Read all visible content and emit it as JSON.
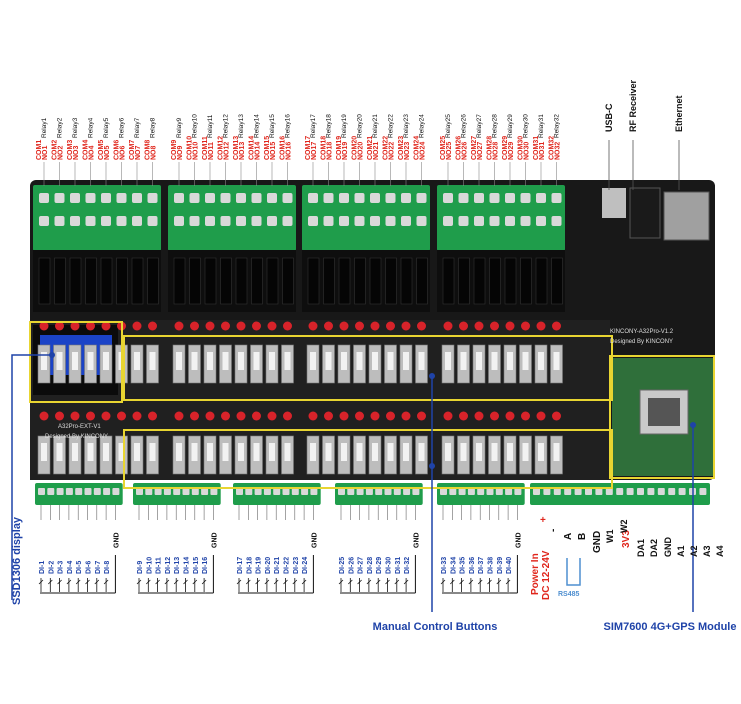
{
  "relay_labels": [
    "Relay1",
    "Relay2",
    "Relay3",
    "Relay4",
    "Relay5",
    "Relay6",
    "Relay7",
    "Relay8",
    "Relay9",
    "Relay10",
    "Relay11",
    "Relay12",
    "Relay13",
    "Relay14",
    "Relay15",
    "Relay16",
    "Relay17",
    "Relay18",
    "Relay19",
    "Relay20",
    "Relay21",
    "Relay22",
    "Relay23",
    "Relay24",
    "Relay25",
    "Relay26",
    "Relay27",
    "Relay28",
    "Relay29",
    "Relay30",
    "Relay31",
    "Relay32"
  ],
  "com_labels": [
    "COM1",
    "COM2",
    "COM3",
    "COM4",
    "COM5",
    "COM6",
    "COM7",
    "COM8",
    "COM9",
    "COM10",
    "COM11",
    "COM12",
    "COM13",
    "COM14",
    "COM15",
    "COM16",
    "COM17",
    "COM18",
    "COM19",
    "COM20",
    "COM21",
    "COM22",
    "COM23",
    "COM24",
    "COM25",
    "COM26",
    "COM27",
    "COM28",
    "COM29",
    "COM30",
    "COM31",
    "COM32"
  ],
  "no_labels": [
    "NO1",
    "NO2",
    "NO3",
    "NO4",
    "NO5",
    "NO6",
    "NO7",
    "NO8",
    "NO9",
    "NO10",
    "NO11",
    "NO12",
    "NO13",
    "NO14",
    "NO15",
    "NO16",
    "NO17",
    "NO18",
    "NO19",
    "NO20",
    "NO21",
    "NO22",
    "NO23",
    "NO24",
    "NO25",
    "NO26",
    "NO27",
    "NO28",
    "NO29",
    "NO30",
    "NO31",
    "NO32"
  ],
  "top_ports": [
    "USB-C",
    "RF Receiver",
    "Ethernet"
  ],
  "di_groups": [
    [
      "DI-1",
      "DI-2",
      "DI-3",
      "DI-4",
      "DI-5",
      "DI-6",
      "DI-7",
      "DI-8"
    ],
    [
      "DI-9",
      "DI-10",
      "DI-11",
      "DI-12",
      "DI-13",
      "DI-14",
      "DI-15",
      "DI-16"
    ],
    [
      "DI-17",
      "DI-18",
      "DI-19",
      "DI-20",
      "DI-21",
      "DI-22",
      "DI-23",
      "DI-24"
    ],
    [
      "DI-25",
      "DI-26",
      "DI-27",
      "DI-28",
      "DI-29",
      "DI-30",
      "DI-31",
      "DI-32"
    ],
    [
      "DI-33",
      "DI-34",
      "DI-35",
      "DI-36",
      "DI-37",
      "DI-38",
      "DI-39",
      "DI-40"
    ]
  ],
  "gnd_label": "GND",
  "power": {
    "plus": "+",
    "minus": "-",
    "label1": "Power In",
    "label2": "DC 12-24V"
  },
  "rs485": {
    "a": "A",
    "b": "B",
    "gnd": "GND",
    "label": "RS485"
  },
  "wiegand": [
    "W1",
    "W2"
  ],
  "v33": "3V3",
  "analog": [
    "DA1",
    "DA2",
    "GND",
    "A1",
    "A2",
    "A3",
    "A4",
    "GND"
  ],
  "callouts": {
    "ssd": "SSD1306 display",
    "buttons": "Manual Control Buttons",
    "sim": "SIM7600 4G+GPS Module"
  },
  "board": {
    "main_model": "KINCONY-A32Pro-V1.2",
    "designer": "Designed By KINCONY",
    "ext_model": "A32Pro-EXT-V1",
    "ext_designer": "Designed By KINCONY"
  },
  "colors": {
    "red_label": "#e0261c",
    "blue_label": "#1f43a8",
    "pcb": "#171717",
    "terminal": "#1f9d4b",
    "callout_box": "#e8d531"
  }
}
